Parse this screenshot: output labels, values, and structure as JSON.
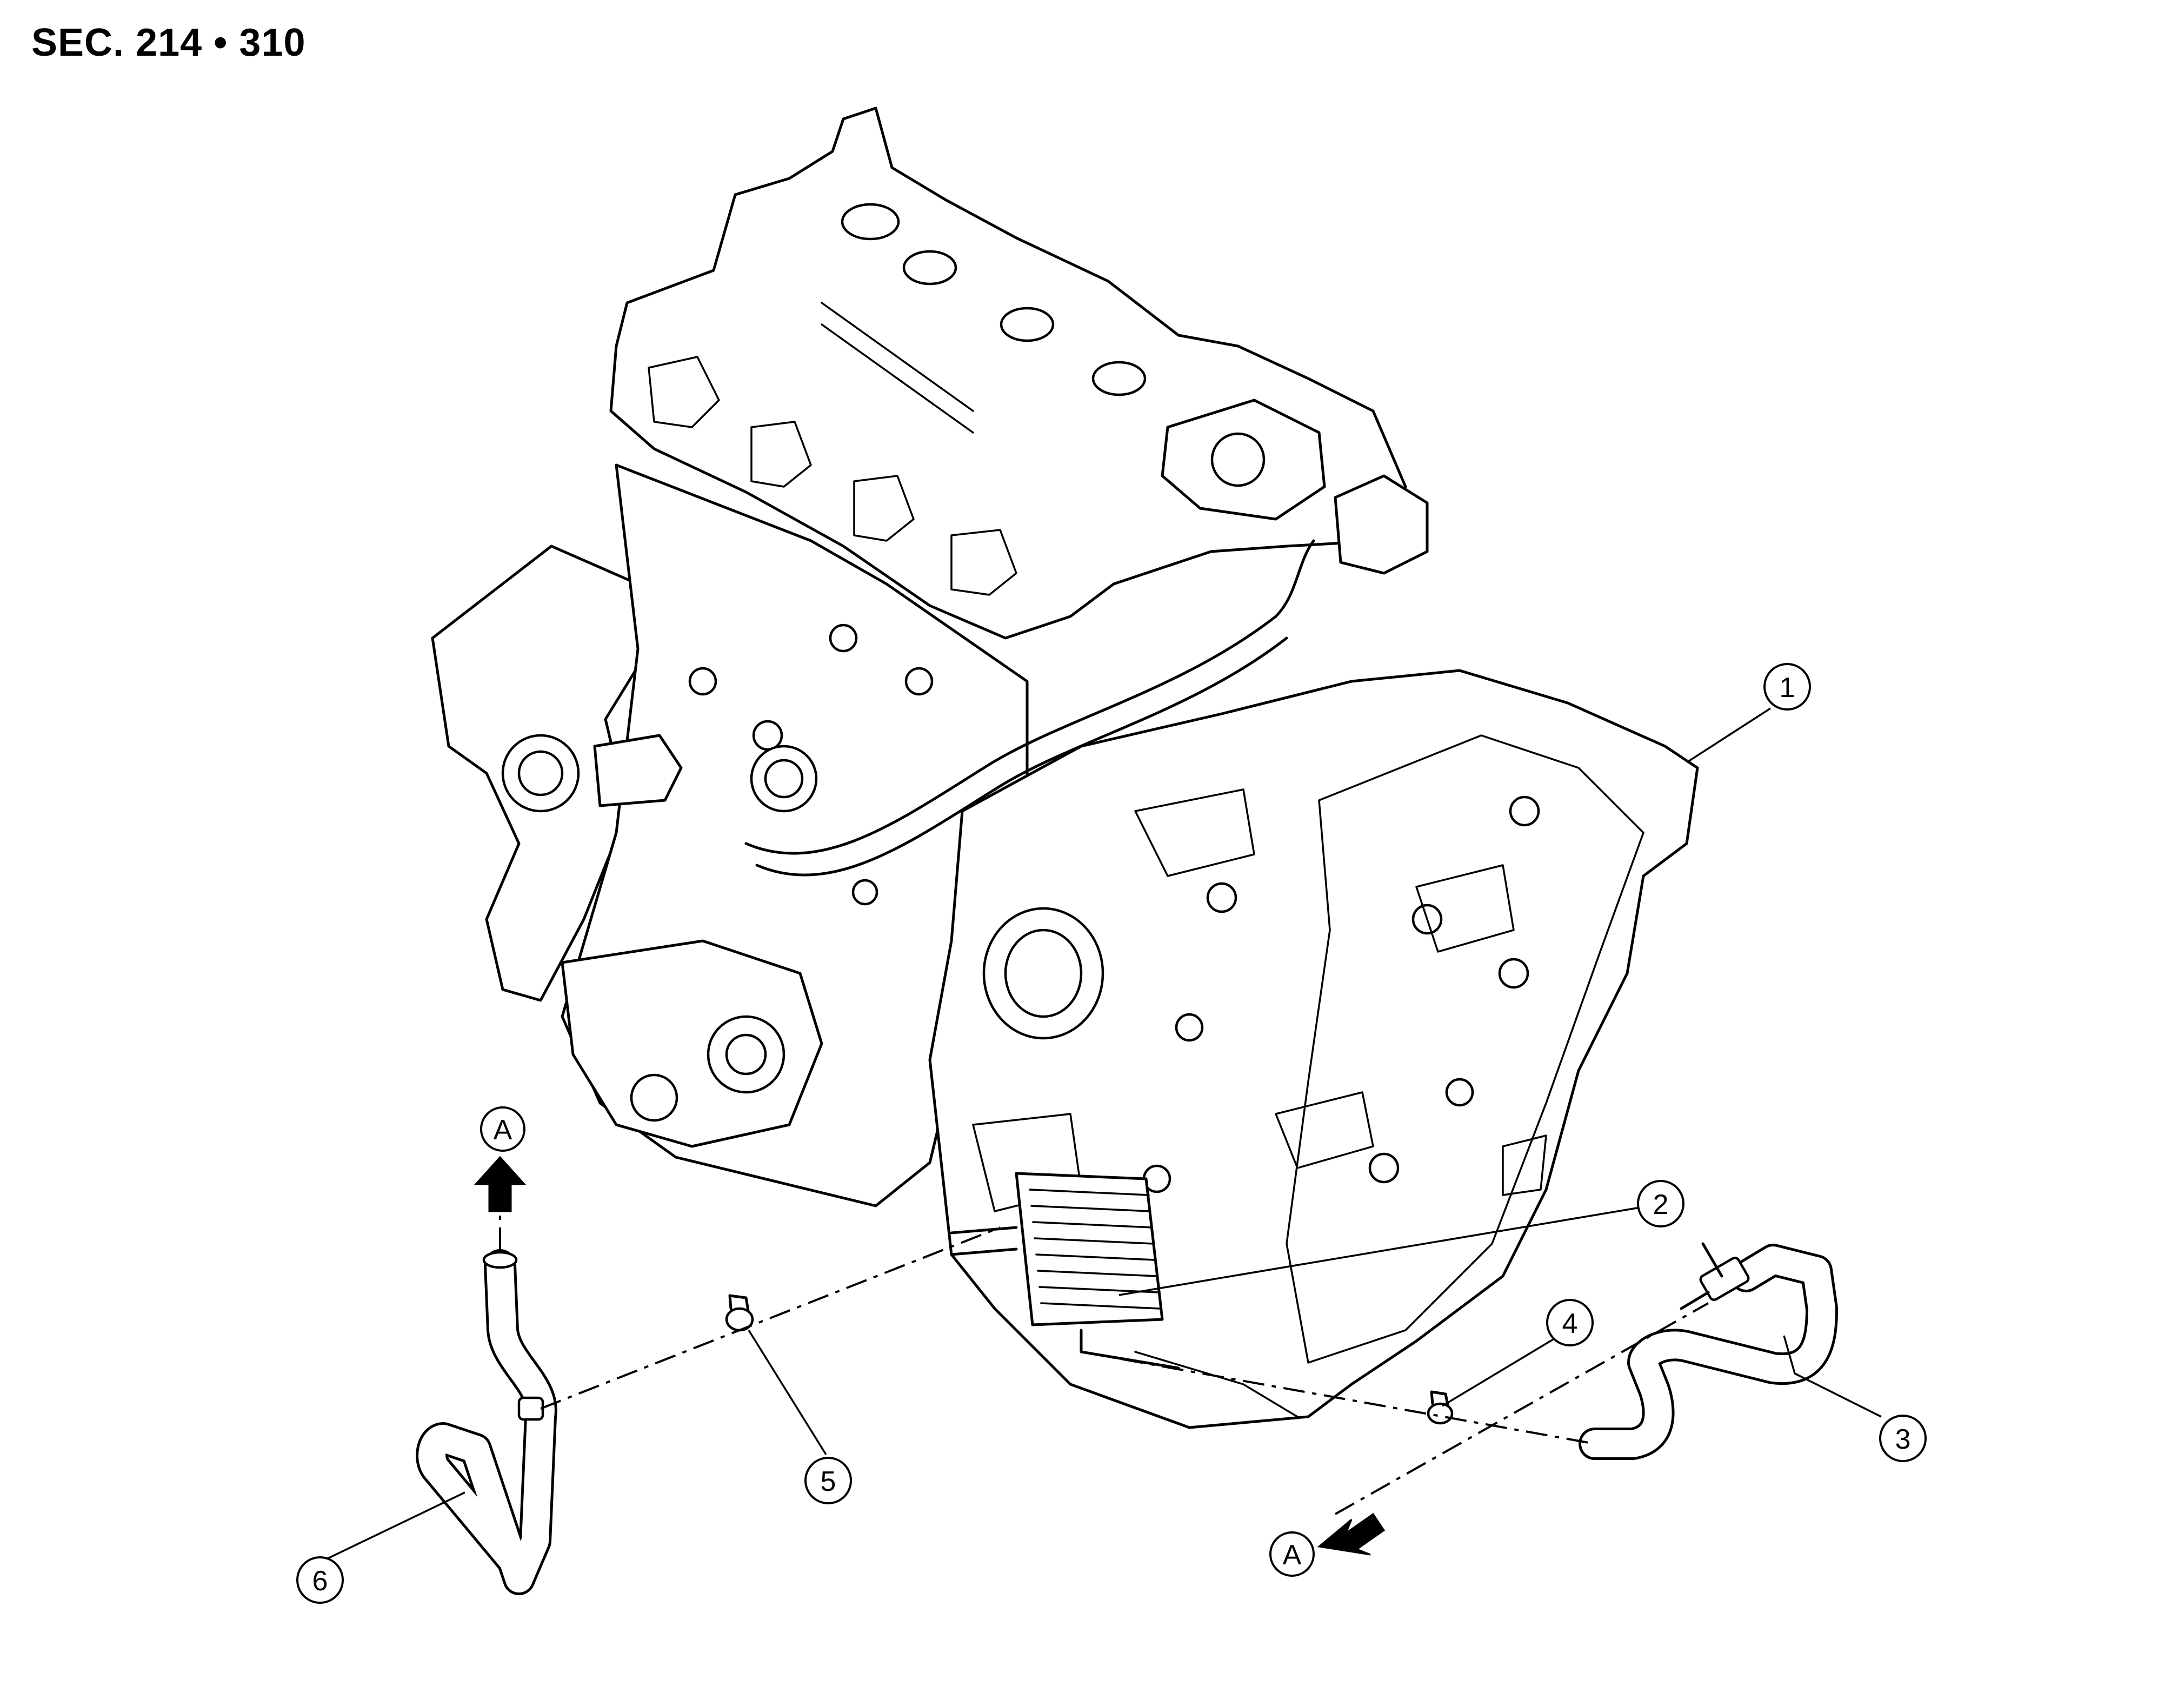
{
  "header": {
    "section_ref": "SEC. 214 • 310"
  },
  "callouts": {
    "c1": "1",
    "c2": "2",
    "c3": "3",
    "c4": "4",
    "c5": "5",
    "c6": "6"
  },
  "markers": {
    "a_top": "A",
    "a_bottom": "A"
  }
}
